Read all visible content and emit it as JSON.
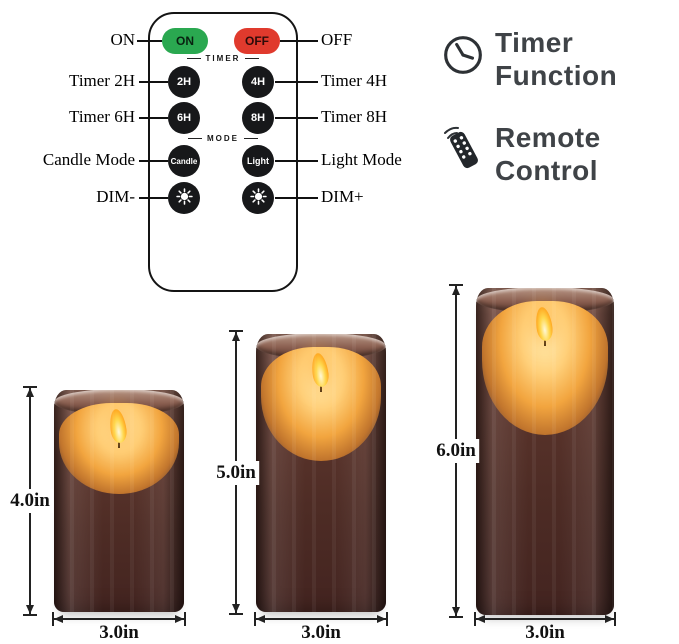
{
  "remote": {
    "on": "ON",
    "off": "OFF",
    "timer_label": "TIMER",
    "mode_label": "MODE",
    "timer_buttons": [
      "2H",
      "4H",
      "6H",
      "8H"
    ],
    "mode_buttons": [
      "Candle",
      "Light"
    ]
  },
  "callouts": {
    "on": "ON",
    "off": "OFF",
    "timer2": "Timer 2H",
    "timer4": "Timer 4H",
    "timer6": "Timer 6H",
    "timer8": "Timer 8H",
    "candle_mode": "Candle Mode",
    "light_mode": "Light Mode",
    "dim_minus": "DIM-",
    "dim_plus": "DIM+"
  },
  "features": {
    "timer": {
      "line1": "Timer",
      "line2": "Function"
    },
    "remote": {
      "line1": "Remote",
      "line2": "Control"
    }
  },
  "dimensions": {
    "candles": [
      {
        "height": "4.0in",
        "width": "3.0in"
      },
      {
        "height": "5.0in",
        "width": "3.0in"
      },
      {
        "height": "6.0in",
        "width": "3.0in"
      }
    ]
  },
  "colors": {
    "on_button": "#2aa850",
    "off_button": "#e03a2d",
    "button_black": "#17181a",
    "feature_text": "#3f4347",
    "glass_brown": "#5c352c",
    "flame_amber": "#ffb642"
  }
}
